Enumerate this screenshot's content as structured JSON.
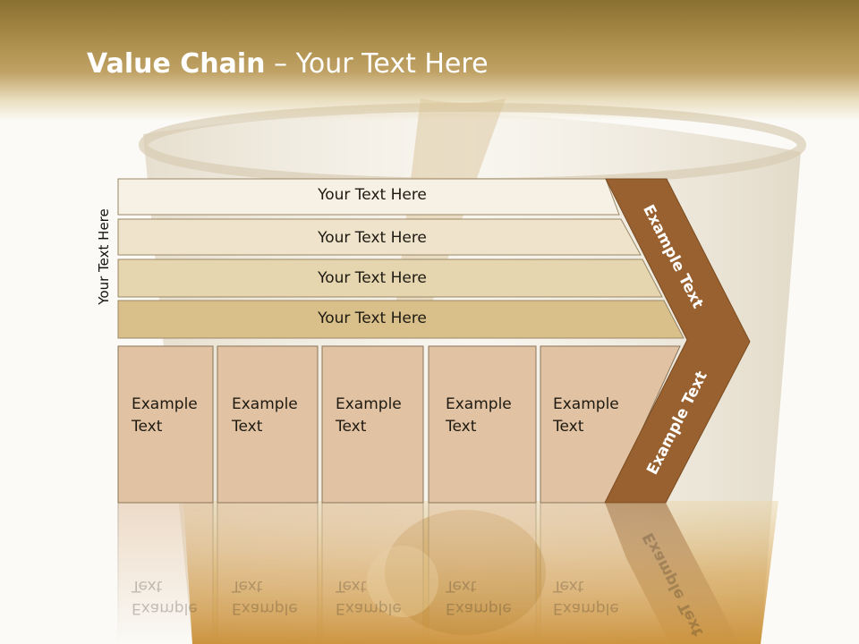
{
  "slide": {
    "title_bold": "Value Chain",
    "title_rest": " – Your Text Here",
    "side_label": "Your Text Here"
  },
  "support_rows": [
    {
      "label": "Your Text Here",
      "fill": "#f6f1e4"
    },
    {
      "label": "Your Text Here",
      "fill": "#efe4cb"
    },
    {
      "label": "Your Text Here",
      "fill": "#e6d6b0"
    },
    {
      "label": "Your Text Here",
      "fill": "#d9c08a"
    }
  ],
  "primary_activities": [
    {
      "line1": "Example",
      "line2": "Text"
    },
    {
      "line1": "Example",
      "line2": "Text"
    },
    {
      "line1": "Example",
      "line2": "Text"
    },
    {
      "line1": "Example",
      "line2": "Text"
    },
    {
      "line1": "Example",
      "line2": "Text"
    }
  ],
  "margin_upper": "Example Text",
  "margin_lower": "Example Text",
  "colors": {
    "header": "#a88a46",
    "activity_fill": "#e1c2a2",
    "margin_fill": "#98612f",
    "border": "#7d6a4c"
  }
}
